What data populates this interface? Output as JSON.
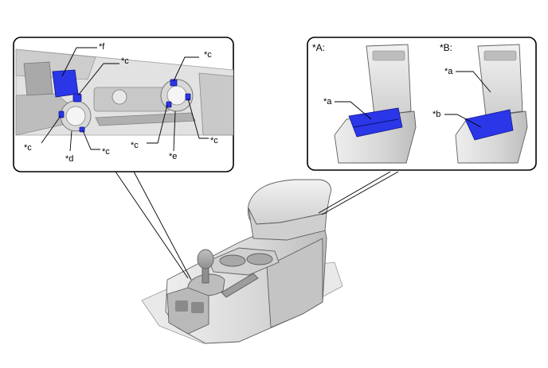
{
  "inset_left": {
    "labels": {
      "f": "*f",
      "c": "*c",
      "d": "*d",
      "e": "*e"
    }
  },
  "inset_right": {
    "view_a": {
      "title": "*A:",
      "label": "*a"
    },
    "view_b": {
      "title": "*B:",
      "label_a": "*a",
      "label_b": "*b"
    }
  },
  "colors": {
    "highlight": "#2b36e8",
    "part_gray": "#d9d9d9",
    "line": "#000000"
  }
}
